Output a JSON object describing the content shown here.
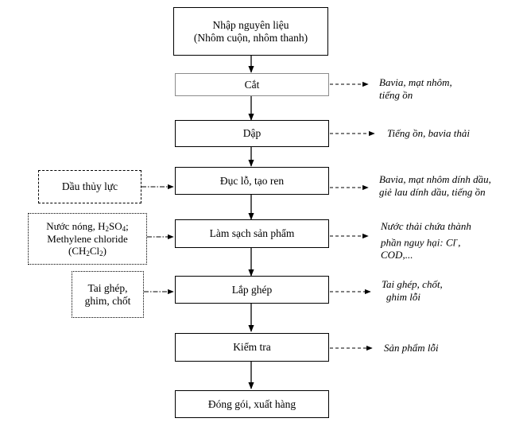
{
  "steps": {
    "s1": {
      "line1": "Nhập nguyên liệu",
      "line2": "(Nhôm cuộn, nhôm thanh)"
    },
    "s2": "Cắt",
    "s3": "Dập",
    "s4": "Đục lỗ, tạo ren",
    "s5": "Làm sạch sản phẩm",
    "s6": "Lắp ghép",
    "s7": "Kiểm tra",
    "s8": "Đóng gói, xuất hàng"
  },
  "inputs": {
    "i1": "Dầu thủy lực",
    "i2": {
      "line1a": "Nước nóng, H",
      "line1sub1": "2",
      "line1b": "SO",
      "line1sub2": "4",
      "line1c": ";",
      "line2": "Methylene chloride",
      "line3a": "(CH",
      "line3sub1": "2",
      "line3b": "Cl",
      "line3sub2": "2",
      "line3c": ")"
    },
    "i3": {
      "line1": "Tai ghép,",
      "line2": "ghim, chốt"
    }
  },
  "outputs": {
    "o1": {
      "line1": "Bavia, mạt nhôm,",
      "line2": "tiếng ồn"
    },
    "o2": "Tiếng ồn, bavia thải",
    "o3": {
      "line1": "Bavia, mạt nhôm dính dầu,",
      "line2": "giẻ lau dính dầu, tiếng ồn"
    },
    "o4": {
      "line1": "Nước thải chứa thành",
      "line2": "phần nguy hại: Cl",
      "line2sup": "-",
      "line2b": ",",
      "line3": "COD,..."
    },
    "o5": {
      "line1": "Tai ghép, chốt,",
      "line2": "ghim lỗi"
    },
    "o6": "Sản phẩm lỗi"
  }
}
